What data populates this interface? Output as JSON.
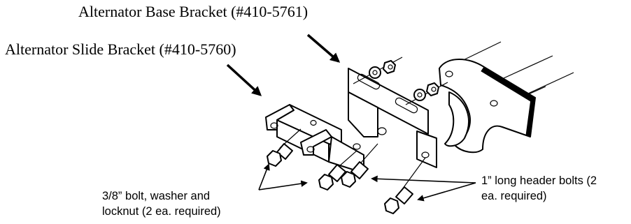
{
  "labels": {
    "base_bracket": "Alternator Base Bracket (#410-5761)",
    "slide_bracket": "Alternator Slide Bracket (#410-5760)",
    "bolt_note_line1": "3/8” bolt, washer and",
    "bolt_note_line2": "locknut (2 ea. required)",
    "header_note_line1": "1” long header bolts (2",
    "header_note_line2": "ea. required)"
  },
  "colors": {
    "ink": "#000000",
    "paper": "#ffffff"
  }
}
